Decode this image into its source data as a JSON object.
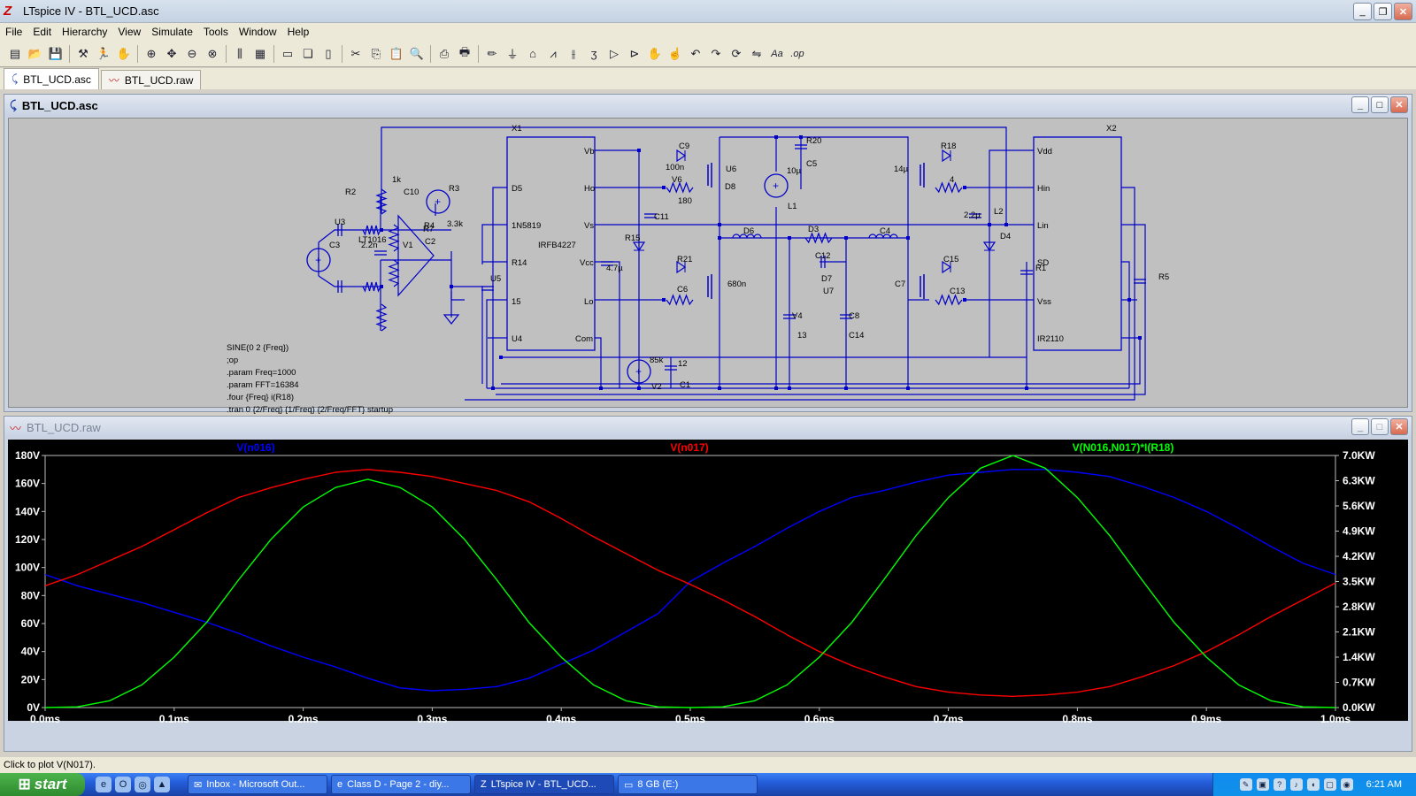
{
  "window": {
    "title": "LTspice IV - BTL_UCD.asc"
  },
  "menu": [
    "File",
    "Edit",
    "Hierarchy",
    "View",
    "Simulate",
    "Tools",
    "Window",
    "Help"
  ],
  "toolbar_icons": [
    "new-schematic-icon",
    "open-icon",
    "save-icon",
    "control-panel-icon",
    "run-icon",
    "halt-icon",
    "zoom-in-icon",
    "pan-icon",
    "zoom-out-icon",
    "zoom-fit-icon",
    "autorange-icon",
    "grid-icon",
    "tile-horizontal-icon",
    "cascade-icon",
    "tile-vertical-icon",
    "cut-icon",
    "copy-icon",
    "paste-icon",
    "find-icon",
    "print-setup-icon",
    "print-icon",
    "wire-icon",
    "ground-icon",
    "label-icon",
    "resistor-icon",
    "capacitor-icon",
    "inductor-icon",
    "diode-icon",
    "component-icon",
    "move-icon",
    "drag-icon",
    "undo-icon",
    "redo-icon",
    "rotate-icon",
    "mirror-icon",
    "text-icon",
    "spice-directive-icon"
  ],
  "tabs": [
    {
      "label": "BTL_UCD.asc",
      "icon": "schematic-icon"
    },
    {
      "label": "BTL_UCD.raw",
      "icon": "waveform-icon"
    }
  ],
  "schematic": {
    "title": "BTL_UCD.asc",
    "labels": [
      {
        "t": "X1"
      },
      {
        "t": "X2"
      },
      {
        "t": "Vb"
      },
      {
        "t": "Ho"
      },
      {
        "t": "Vs"
      },
      {
        "t": "Vcc"
      },
      {
        "t": "Lo"
      },
      {
        "t": "Com"
      },
      {
        "t": "Vdd"
      },
      {
        "t": "Hin"
      },
      {
        "t": "Lin"
      },
      {
        "t": "SD"
      },
      {
        "t": "Vss"
      },
      {
        "t": "IR2110"
      },
      {
        "t": "D5"
      },
      {
        "t": "1N5819"
      },
      {
        "t": "R14"
      },
      {
        "t": "15"
      },
      {
        "t": "U4"
      },
      {
        "t": "IRFB4227"
      },
      {
        "t": "C9"
      },
      {
        "t": "100n"
      },
      {
        "t": "V6"
      },
      {
        "t": "180"
      },
      {
        "t": "U6"
      },
      {
        "t": "D8"
      },
      {
        "t": "R20"
      },
      {
        "t": "C5"
      },
      {
        "t": "10µ"
      },
      {
        "t": "L1"
      },
      {
        "t": "14µ"
      },
      {
        "t": "R18"
      },
      {
        "t": "4"
      },
      {
        "t": "L2"
      },
      {
        "t": "C11"
      },
      {
        "t": "D6"
      },
      {
        "t": "D3"
      },
      {
        "t": "C12"
      },
      {
        "t": "C4"
      },
      {
        "t": "2.2µ"
      },
      {
        "t": "D4"
      },
      {
        "t": "R15"
      },
      {
        "t": "U5"
      },
      {
        "t": "U7"
      },
      {
        "t": "D7"
      },
      {
        "t": "R21"
      },
      {
        "t": "C6"
      },
      {
        "t": "680n"
      },
      {
        "t": "C7"
      },
      {
        "t": "C15"
      },
      {
        "t": "C13"
      },
      {
        "t": "V4"
      },
      {
        "t": "13"
      },
      {
        "t": "C8"
      },
      {
        "t": "C14"
      },
      {
        "t": "R1"
      },
      {
        "t": "R5"
      },
      {
        "t": "85k"
      },
      {
        "t": "V2"
      },
      {
        "t": "12"
      },
      {
        "t": "C1"
      },
      {
        "t": "4.7µ"
      },
      {
        "t": "R2"
      },
      {
        "t": "1k"
      },
      {
        "t": "C10"
      },
      {
        "t": "R3"
      },
      {
        "t": "3.3k"
      },
      {
        "t": "U3"
      },
      {
        "t": "C3"
      },
      {
        "t": "2.2n"
      },
      {
        "t": "LT1016"
      },
      {
        "t": "R4"
      },
      {
        "t": "V1"
      },
      {
        "t": "C2"
      },
      {
        "t": "R7"
      }
    ],
    "directives": [
      "SINE(0 2 {Freq})",
      ";op",
      ".param Freq=1000",
      ".param FFT=16384",
      ".four {Freq} i(R18)",
      ".tran 0 {2/Freq} {1/Freq} {2/Freq/FFT} startup"
    ]
  },
  "waveform": {
    "title": "BTL_UCD.raw"
  },
  "chart_data": {
    "type": "line",
    "x": [
      0.0,
      0.025,
      0.05,
      0.075,
      0.1,
      0.125,
      0.15,
      0.175,
      0.2,
      0.225,
      0.25,
      0.275,
      0.3,
      0.325,
      0.35,
      0.375,
      0.4,
      0.425,
      0.45,
      0.475,
      0.5,
      0.525,
      0.55,
      0.575,
      0.6,
      0.625,
      0.65,
      0.675,
      0.7,
      0.725,
      0.75,
      0.775,
      0.8,
      0.825,
      0.85,
      0.875,
      0.9,
      0.925,
      0.95,
      0.975,
      1.0
    ],
    "series": [
      {
        "name": "V(n016)",
        "color": "#0000ff",
        "axis": "left",
        "values": [
          95,
          87,
          81,
          75,
          68,
          61,
          53,
          44,
          36,
          29,
          21,
          14,
          12,
          13,
          15,
          21,
          31,
          41,
          54,
          67,
          90,
          103,
          115,
          128,
          140,
          150,
          155,
          161,
          166,
          168,
          170,
          170,
          168,
          165,
          158,
          150,
          140,
          128,
          115,
          103,
          95
        ]
      },
      {
        "name": "V(n017)",
        "color": "#ff0000",
        "axis": "left",
        "values": [
          87,
          95,
          105,
          115,
          127,
          139,
          150,
          157,
          163,
          168,
          170,
          168,
          165,
          160,
          155,
          147,
          135,
          122,
          110,
          98,
          88,
          77,
          65,
          52,
          40,
          30,
          22,
          15,
          11,
          9,
          8,
          9,
          11,
          15,
          22,
          30,
          40,
          52,
          65,
          77,
          89
        ]
      },
      {
        "name": "V(N016,N017)*I(R18)",
        "color": "#00ff00",
        "axis": "right",
        "values": [
          0.0,
          0.02,
          0.19,
          0.63,
          1.4,
          2.36,
          3.55,
          4.67,
          5.57,
          6.11,
          6.34,
          6.11,
          5.57,
          4.67,
          3.55,
          2.36,
          1.4,
          0.63,
          0.19,
          0.02,
          0.0,
          0.02,
          0.19,
          0.63,
          1.4,
          2.36,
          3.55,
          4.78,
          5.83,
          6.65,
          7.0,
          6.65,
          5.83,
          4.78,
          3.55,
          2.36,
          1.4,
          0.63,
          0.19,
          0.02,
          0.0
        ]
      }
    ],
    "x_ticks": [
      "0.0ms",
      "0.1ms",
      "0.2ms",
      "0.3ms",
      "0.4ms",
      "0.5ms",
      "0.6ms",
      "0.7ms",
      "0.8ms",
      "0.9ms",
      "1.0ms"
    ],
    "y_ticks_left": [
      "0V",
      "20V",
      "40V",
      "60V",
      "80V",
      "100V",
      "120V",
      "140V",
      "160V",
      "180V"
    ],
    "y_ticks_right": [
      "0.0KW",
      "0.7KW",
      "1.4KW",
      "2.1KW",
      "2.8KW",
      "3.5KW",
      "4.2KW",
      "4.9KW",
      "5.6KW",
      "6.3KW",
      "7.0KW"
    ],
    "xlim": [
      0,
      1.0
    ],
    "ylim_left": [
      0,
      180
    ],
    "ylim_right": [
      0,
      7.0
    ],
    "grid": false
  },
  "status": {
    "text": "Click to plot V(N017)."
  },
  "taskbar": {
    "start_label": "start",
    "quicklaunch": [
      "ie-icon",
      "outlook-icon",
      "browser-icon",
      "vlc-icon"
    ],
    "tasks": [
      {
        "label": "Inbox - Microsoft Out...",
        "icon": "outlook-icon"
      },
      {
        "label": "Class D - Page 2 - diy...",
        "icon": "ie-icon"
      },
      {
        "label": "LTspice IV - BTL_UCD...",
        "icon": "ltspice-icon"
      },
      {
        "label": "8 GB (E:)",
        "icon": "drive-icon"
      }
    ],
    "tray_icons": [
      "pen-icon",
      "network-icon",
      "help-icon",
      "volume-icon",
      "speaker-icon",
      "monitor-icon",
      "security-icon"
    ],
    "clock": "6:21 AM"
  }
}
